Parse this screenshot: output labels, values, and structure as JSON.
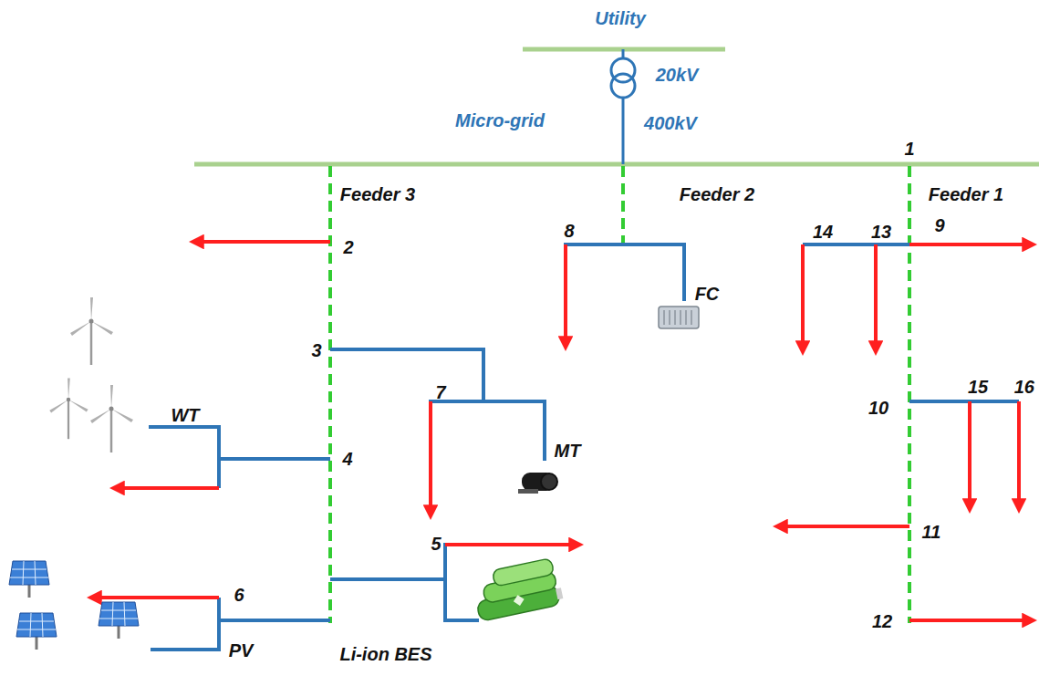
{
  "diagram": {
    "labels": [
      "Utility",
      "20kV",
      "Micro-grid",
      "400kV",
      "1",
      "Feeder 3",
      "Feeder 2",
      "Feeder 1",
      "2",
      "8",
      "14",
      "13",
      "9",
      "FC",
      "3",
      "7",
      "WT",
      "15",
      "16",
      "10",
      "4",
      "MT",
      "11",
      "5",
      "6",
      "PV",
      "Li-ion BES",
      "12"
    ]
  }
}
